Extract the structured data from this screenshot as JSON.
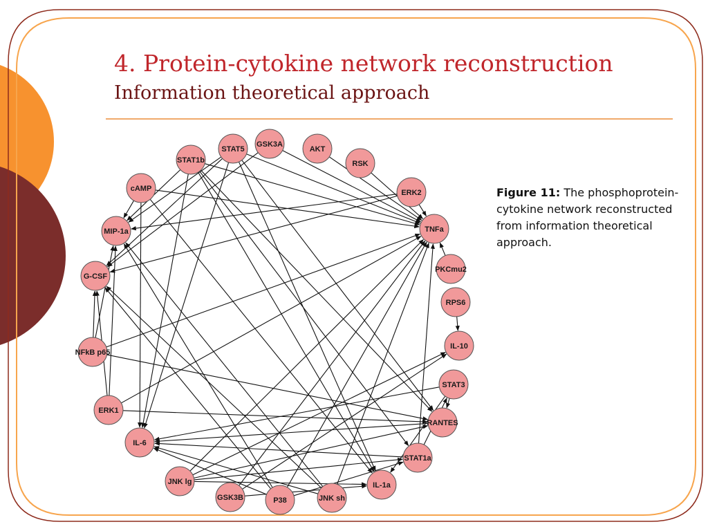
{
  "slide": {
    "title": "4. Protein-cytokine network reconstruction",
    "subtitle": "Information theoretical approach"
  },
  "colors": {
    "title": "#c0262b",
    "subtitle": "#6b1414",
    "accent_orange": "#f7922f",
    "accent_dark_red": "#7b2d2b",
    "frame_border": "#8e2b1c",
    "node_fill": "#f1999a",
    "node_stroke": "#555555",
    "edge": "#111111"
  },
  "caption": {
    "label": "Figure 11:",
    "text": " The phosphoprotein-cytokine network reconstructed from information theoretical approach."
  },
  "network": {
    "nodes": [
      {
        "id": "STAT5",
        "label": "STAT5"
      },
      {
        "id": "GSK3A",
        "label": "GSK3A"
      },
      {
        "id": "AKT",
        "label": "AKT"
      },
      {
        "id": "RSK",
        "label": "RSK"
      },
      {
        "id": "ERK2",
        "label": "ERK2"
      },
      {
        "id": "TNFa",
        "label": "TNFa"
      },
      {
        "id": "PKCmu2",
        "label": "PKCmu2"
      },
      {
        "id": "RPS6",
        "label": "RPS6"
      },
      {
        "id": "IL-10",
        "label": "IL-10"
      },
      {
        "id": "STAT3",
        "label": "STAT3"
      },
      {
        "id": "RANTES",
        "label": "RANTES"
      },
      {
        "id": "STAT1a",
        "label": "STAT1a"
      },
      {
        "id": "IL-1a",
        "label": "IL-1a"
      },
      {
        "id": "JNK sh",
        "label": "JNK sh"
      },
      {
        "id": "P38",
        "label": "P38"
      },
      {
        "id": "GSK3B",
        "label": "GSK3B"
      },
      {
        "id": "JNK lg",
        "label": "JNK lg"
      },
      {
        "id": "IL-6",
        "label": "IL-6"
      },
      {
        "id": "ERK1",
        "label": "ERK1"
      },
      {
        "id": "NFkB p65",
        "label": "NFkB p65"
      },
      {
        "id": "G-CSF",
        "label": "G-CSF"
      },
      {
        "id": "MIP-1a",
        "label": "MIP-1a"
      },
      {
        "id": "cAMP",
        "label": "cAMP"
      },
      {
        "id": "STAT1b",
        "label": "STAT1b"
      }
    ],
    "edges": [
      [
        "GSK3A",
        "TNFa"
      ],
      [
        "AKT",
        "TNFa"
      ],
      [
        "RSK",
        "TNFa"
      ],
      [
        "ERK2",
        "TNFa"
      ],
      [
        "PKCmu2",
        "TNFa"
      ],
      [
        "STAT5",
        "TNFa"
      ],
      [
        "cAMP",
        "TNFa"
      ],
      [
        "STAT1b",
        "TNFa"
      ],
      [
        "RPS6",
        "IL-10"
      ],
      [
        "JNK sh",
        "TNFa"
      ],
      [
        "P38",
        "TNFa"
      ],
      [
        "GSK3B",
        "TNFa"
      ],
      [
        "JNK lg",
        "TNFa"
      ],
      [
        "STAT1a",
        "TNFa"
      ],
      [
        "NFkB p65",
        "TNFa"
      ],
      [
        "ERK1",
        "TNFa"
      ],
      [
        "STAT5",
        "MIP-1a"
      ],
      [
        "STAT1b",
        "MIP-1a"
      ],
      [
        "cAMP",
        "MIP-1a"
      ],
      [
        "ERK2",
        "MIP-1a"
      ],
      [
        "P38",
        "MIP-1a"
      ],
      [
        "JNK sh",
        "MIP-1a"
      ],
      [
        "NFkB p65",
        "MIP-1a"
      ],
      [
        "ERK1",
        "MIP-1a"
      ],
      [
        "STAT5",
        "G-CSF"
      ],
      [
        "GSK3A",
        "G-CSF"
      ],
      [
        "ERK2",
        "G-CSF"
      ],
      [
        "ERK1",
        "G-CSF"
      ],
      [
        "NFkB p65",
        "G-CSF"
      ],
      [
        "P38",
        "G-CSF"
      ],
      [
        "JNK sh",
        "G-CSF"
      ],
      [
        "STAT5",
        "IL-6"
      ],
      [
        "STAT1b",
        "IL-6"
      ],
      [
        "cAMP",
        "IL-6"
      ],
      [
        "STAT3",
        "IL-6"
      ],
      [
        "RANTES",
        "IL-6"
      ],
      [
        "STAT1a",
        "IL-6"
      ],
      [
        "JNK sh",
        "IL-6"
      ],
      [
        "P38",
        "IL-6"
      ],
      [
        "STAT1b",
        "IL-1a"
      ],
      [
        "cAMP",
        "IL-1a"
      ],
      [
        "STAT5",
        "IL-1a"
      ],
      [
        "JNK lg",
        "IL-1a"
      ],
      [
        "GSK3B",
        "IL-1a"
      ],
      [
        "STAT3",
        "IL-1a"
      ],
      [
        "STAT5",
        "RANTES"
      ],
      [
        "STAT1b",
        "RANTES"
      ],
      [
        "STAT3",
        "RANTES"
      ],
      [
        "ERK1",
        "RANTES"
      ],
      [
        "JNK lg",
        "RANTES"
      ],
      [
        "NFkB p65",
        "RANTES"
      ],
      [
        "STAT1a",
        "STAT3"
      ],
      [
        "JNK lg",
        "IL-10"
      ],
      [
        "GSK3B",
        "IL-10"
      ],
      [
        "P38",
        "STAT1a"
      ],
      [
        "JNK lg",
        "STAT1a"
      ],
      [
        "STAT1b",
        "STAT1a"
      ]
    ]
  }
}
